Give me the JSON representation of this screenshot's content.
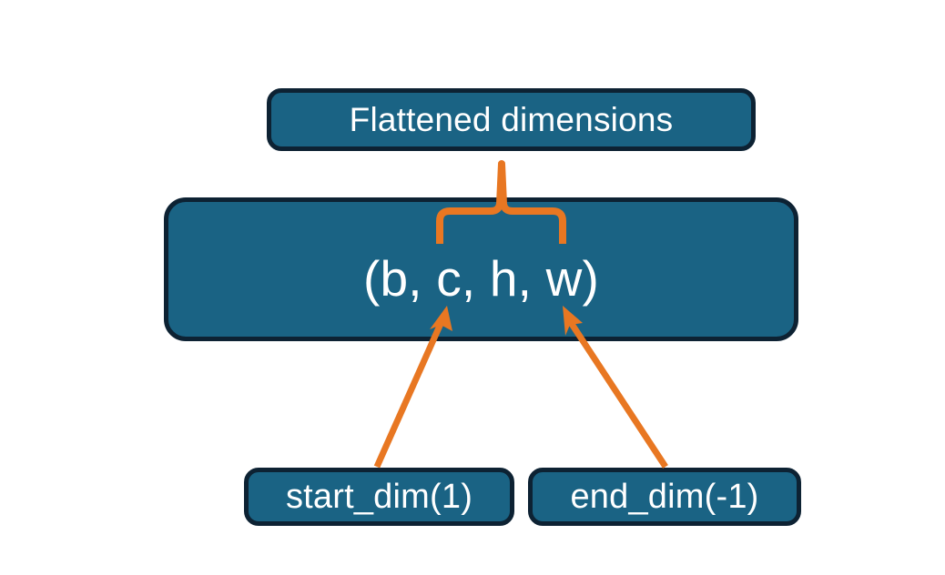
{
  "diagram": {
    "title_node": {
      "label": "Flattened dimensions"
    },
    "shape_node": {
      "label": "(b, c, h, w)"
    },
    "start_node": {
      "label": "start_dim(1)"
    },
    "end_node": {
      "label": "end_dim(-1)"
    },
    "connectors": {
      "brace_name": "flatten-span-brace",
      "start_arrow_name": "start-dim-arrow",
      "end_arrow_name": "end-dim-arrow"
    },
    "colors": {
      "node_fill": "#1a6384",
      "node_border": "#0d2233",
      "node_text": "#ffffff",
      "connector": "#E87722",
      "background": "#ffffff"
    }
  }
}
